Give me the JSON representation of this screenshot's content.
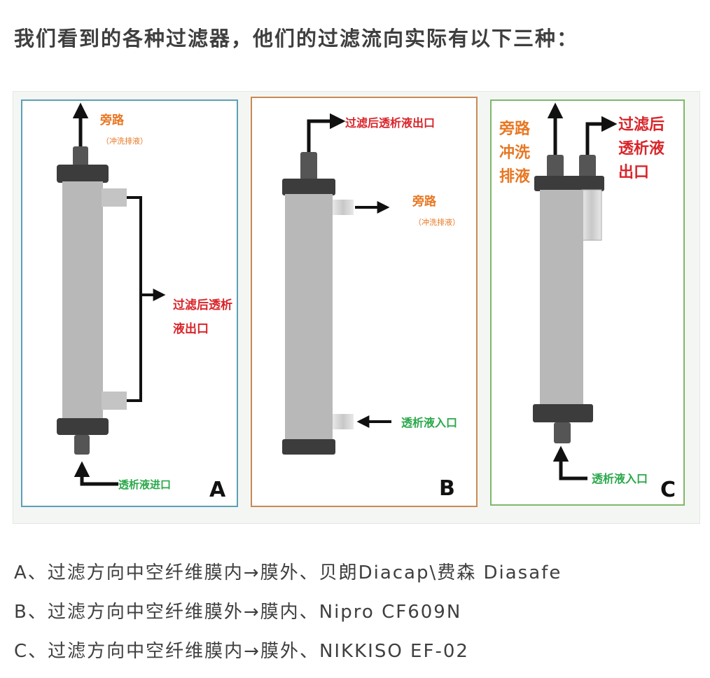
{
  "heading": "我们看到的各种过滤器，他们的过滤流向实际有以下三种：",
  "colors": {
    "orange": "#e87722",
    "red": "#d9252a",
    "green": "#2aa84a",
    "cylinder": "#b8b8b8",
    "cap": "#3c3c3c",
    "frame_a": "#5ba0b4",
    "frame_b": "#c98a52",
    "frame_c": "#7fb86a"
  },
  "diagram": {
    "panel_a": {
      "letter": "A",
      "bypass": "旁路",
      "bypass_note": "（冲洗排液）",
      "outlet_line1": "过滤后透析",
      "outlet_line2": "液出口",
      "inlet": "透析液进口"
    },
    "panel_b": {
      "letter": "B",
      "outlet": "过滤后透析液出口",
      "bypass": "旁路",
      "bypass_note": "（冲洗排液）",
      "inlet": "透析液入口"
    },
    "panel_c": {
      "letter": "C",
      "bypass_line1": "旁路",
      "bypass_line2": "冲洗",
      "bypass_line3": "排液",
      "outlet_line1": "过滤后",
      "outlet_line2": "透析液",
      "outlet_line3": "出口",
      "inlet": "透析液入口"
    }
  },
  "descriptions": [
    "A、过滤方向中空纤维膜内→膜外、贝朗Diacap\\费森 Diasafe",
    "B、过滤方向中空纤维膜外→膜内、Nipro CF609N",
    "C、过滤方向中空纤维膜内→膜外、NIKKISO EF-02"
  ]
}
